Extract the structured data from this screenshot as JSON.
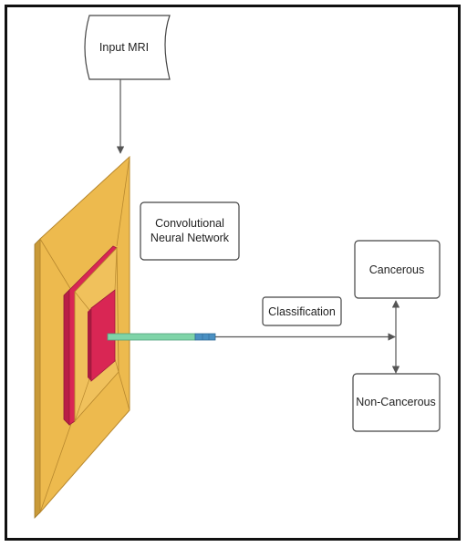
{
  "input_node": {
    "label": "Input MRI"
  },
  "cnn_node": {
    "line1": "Convolutional",
    "line2": "Neural Network"
  },
  "classification_node": {
    "label": "Classification"
  },
  "cancerous_node": {
    "label": "Cancerous"
  },
  "non_cancerous_node": {
    "label": "Non-Cancerous"
  },
  "colors": {
    "frame": "#111111",
    "layer_outer": "#EDBA4E",
    "layer_inner": "#D92654",
    "flatten_bar": "#7FD4A8",
    "connector": "#4A90C2",
    "arrow": "#555555"
  }
}
